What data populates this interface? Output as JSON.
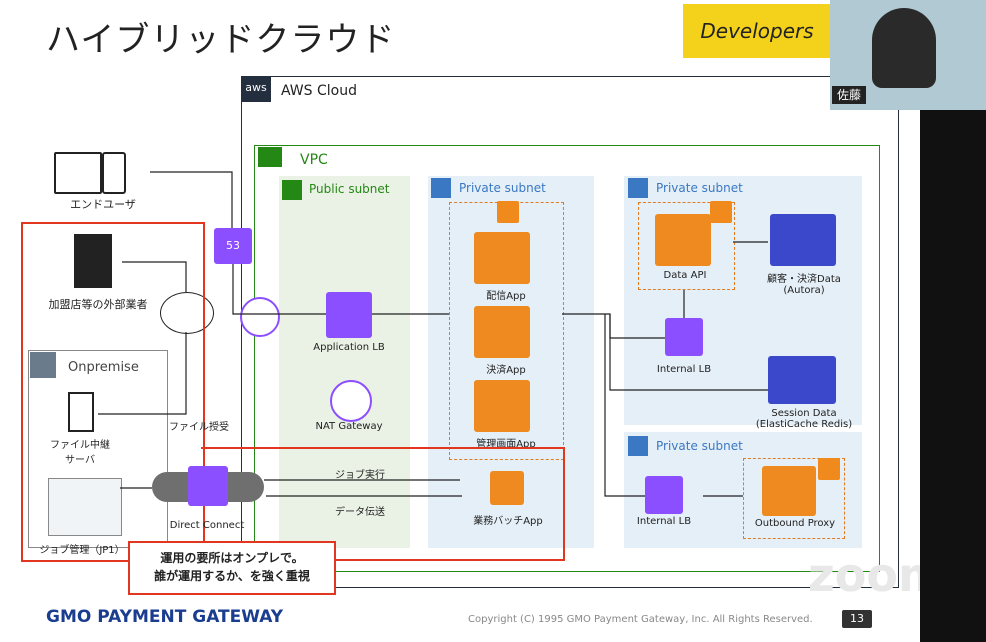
{
  "slide": {
    "title": "ハイブリッドクラウド",
    "footer_brand": "GMO PAYMENT GATEWAY",
    "footer_copyright": "Copyright (C) 1995 GMO Payment Gateway, Inc. All Rights Reserved.",
    "page_number": "13",
    "event_logo": "Developers Night",
    "zoom_watermark": "zoom"
  },
  "video": {
    "participant_name": "佐藤"
  },
  "aws": {
    "cloud_label": "AWS Cloud",
    "vpc_label": "VPC",
    "public_subnet_label": "Public subnet",
    "private_subnet_labels": [
      "Private subnet",
      "Private subnet",
      "Private subnet"
    ],
    "components": {
      "app_lb": "Application LB",
      "nat_gw": "NAT Gateway",
      "haishin_app": "配信App",
      "kessai_app": "決済App",
      "kanri_app": "管理画面App",
      "batch_app": "業務バッチApp",
      "data_api": "Data API",
      "aurora": "顧客・決済Data\n(Autora)",
      "internal_lb_1": "Internal LB",
      "session_data": "Session Data\n(ElastiCache Redis)",
      "internal_lb_2": "Internal LB",
      "outbound_proxy": "Outbound Proxy",
      "route53": "53"
    }
  },
  "left": {
    "end_user": "エンドユーザ",
    "merchants": "加盟店等の外部業者",
    "onpremise_label": "Onpremise",
    "file_relay": "ファイル中継\nサーバ",
    "job_mgmt": "ジョブ管理（JP1）",
    "file_transfer": "ファイル授受",
    "direct_connect": "Direct Connect",
    "job_exec": "ジョブ実行",
    "data_transfer": "データ伝送"
  },
  "callout": {
    "line1": "運用の要所はオンプレで。",
    "line2": "誰が運用するか、を強く重視"
  }
}
